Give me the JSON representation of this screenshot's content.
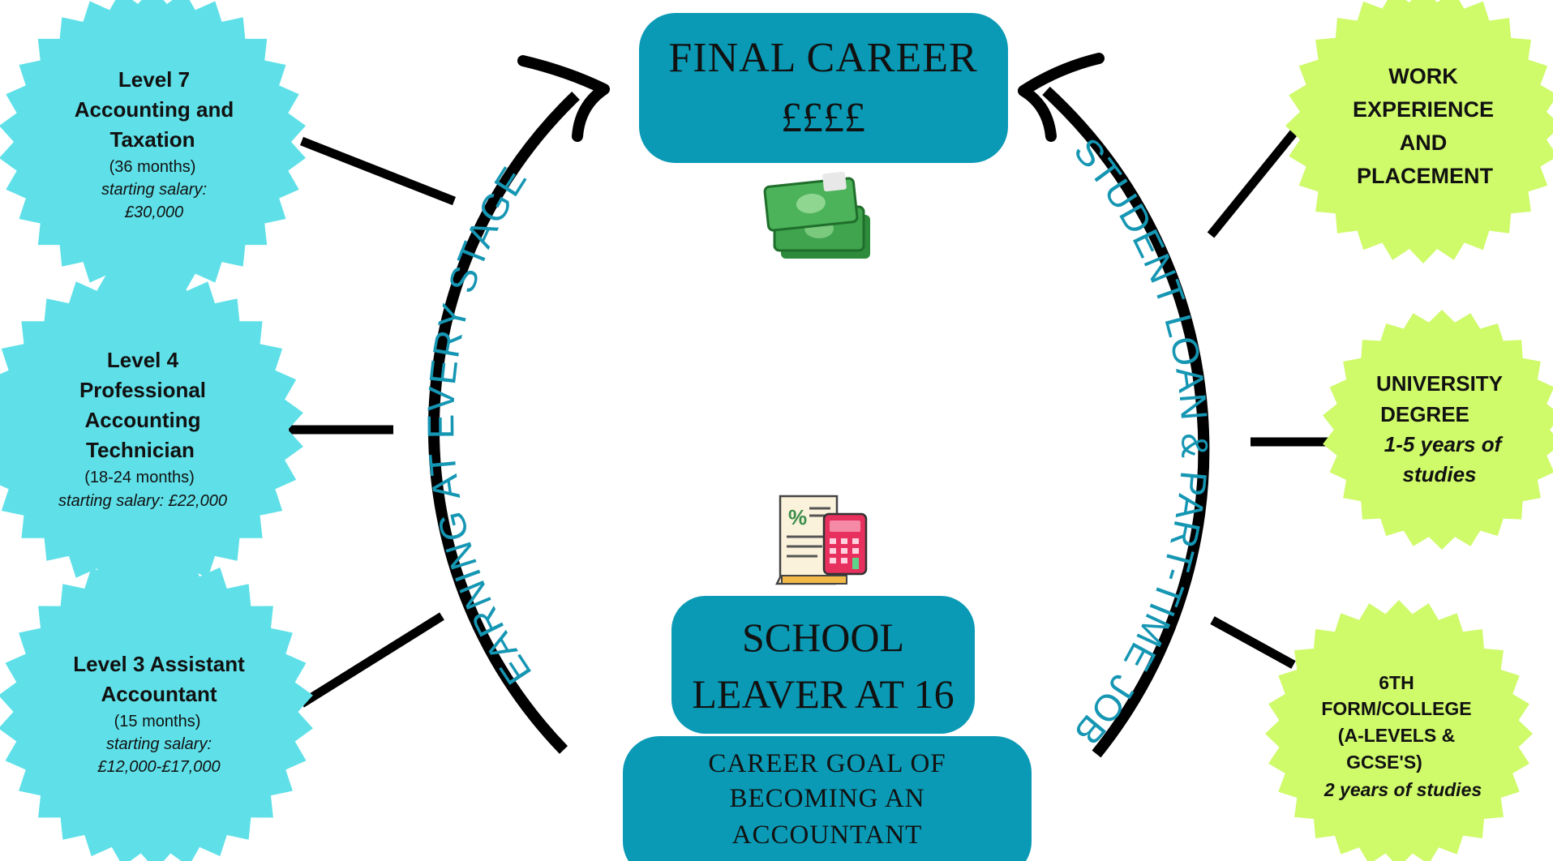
{
  "colors": {
    "background": "#ffffff",
    "teal_box": "#0a9ab5",
    "cyan_badge": "#5fe0e8",
    "lime_badge": "#cffa6a",
    "arc_label": "#1596b3",
    "line": "#000000"
  },
  "final_career": {
    "title": "FINAL CAREER",
    "subtitle": "££££"
  },
  "school_leaver": {
    "line1": "SCHOOL",
    "line2": "LEAVER AT 16"
  },
  "career_goal": {
    "line1": "CAREER GOAL OF",
    "line2": "BECOMING AN",
    "line3": "ACCOUNTANT"
  },
  "left_arc_label": "EARNING AT EVERY STAGE",
  "right_arc_label": "STUDENT LOAN & PART-TIME JOB",
  "left_badges": [
    {
      "title1": "Level 7",
      "title2": "Accounting and",
      "title3": "Taxation",
      "duration": "(36 months)",
      "salary1": "starting salary:",
      "salary2": "£30,000"
    },
    {
      "title1": "Level 4",
      "title2": "Professional",
      "title3": "Accounting",
      "title4": "Technician",
      "duration": "(18-24 months)",
      "salary1": "starting salary: £22,000"
    },
    {
      "title1": "Level 3 Assistant",
      "title2": "Accountant",
      "duration": "(15 months)",
      "salary1": "starting salary:",
      "salary2": "£12,000-£17,000"
    }
  ],
  "right_badges": [
    {
      "line1": "WORK",
      "line2": "EXPERIENCE",
      "line3": "AND",
      "line4": "PLACEMENT"
    },
    {
      "line1": "UNIVERSITY",
      "line2": "DEGREE",
      "italic1": "1-5 years of",
      "italic2": "studies"
    },
    {
      "line1": "6TH",
      "line2": "FORM/COLLEGE",
      "line3": "(A-LEVELS &",
      "line4": "GCSE'S)",
      "italic1": "2 years of studies"
    }
  ],
  "icons": [
    "money-stack-icon",
    "tax-calculator-icon"
  ]
}
